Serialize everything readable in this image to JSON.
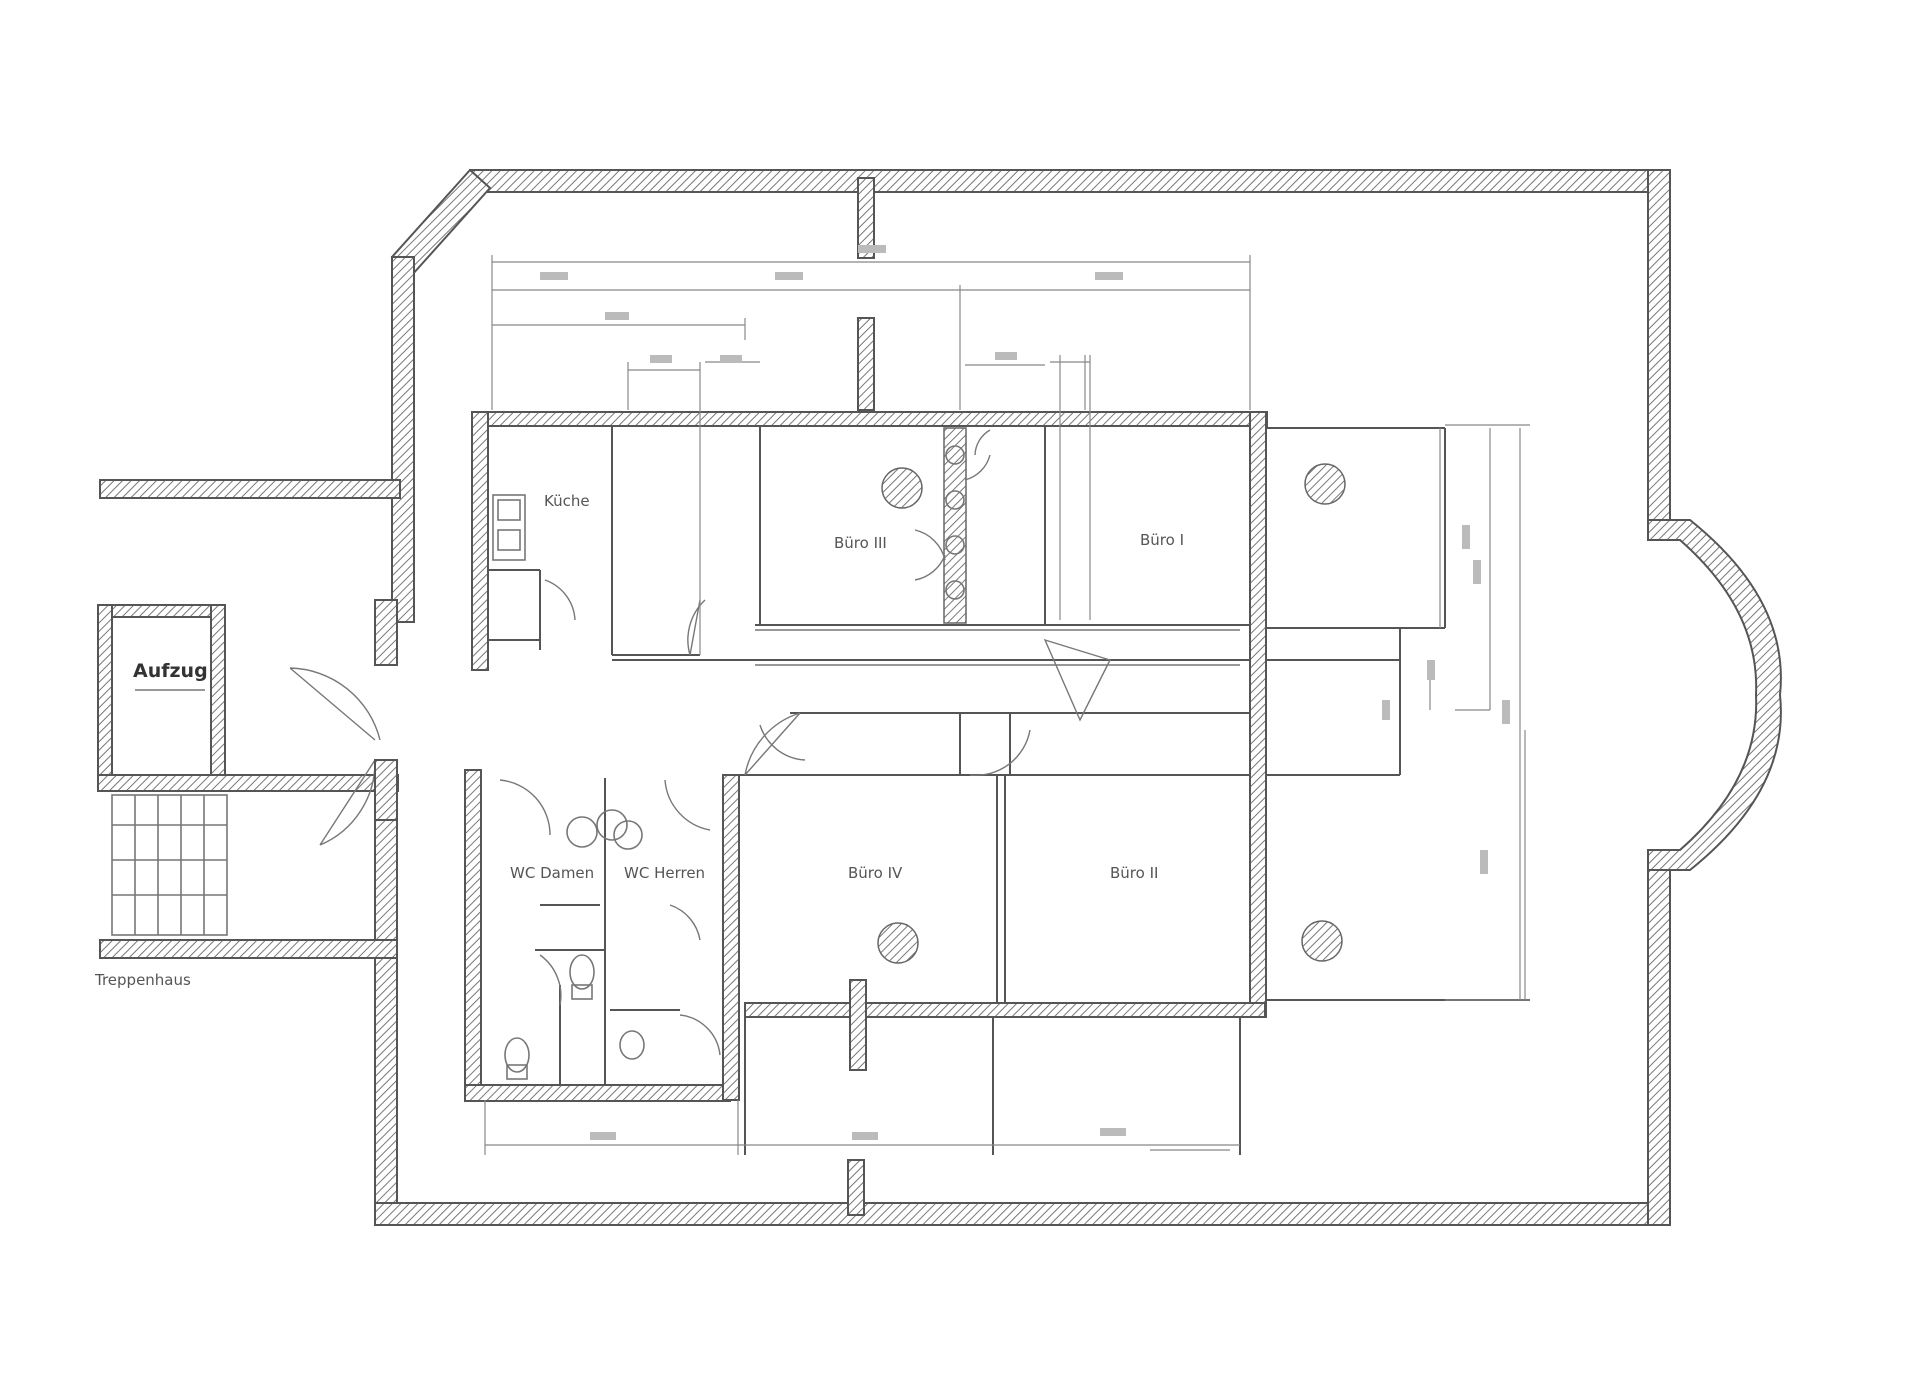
{
  "rooms": {
    "kueche": "Küche",
    "buero_3": "Büro III",
    "buero_1": "Büro I",
    "buero_4": "Büro IV",
    "buero_2": "Büro II",
    "wc_damen": "WC Damen",
    "wc_herren": "WC Herren",
    "aufzug": "Aufzug",
    "treppenhaus": "Treppenhaus"
  }
}
